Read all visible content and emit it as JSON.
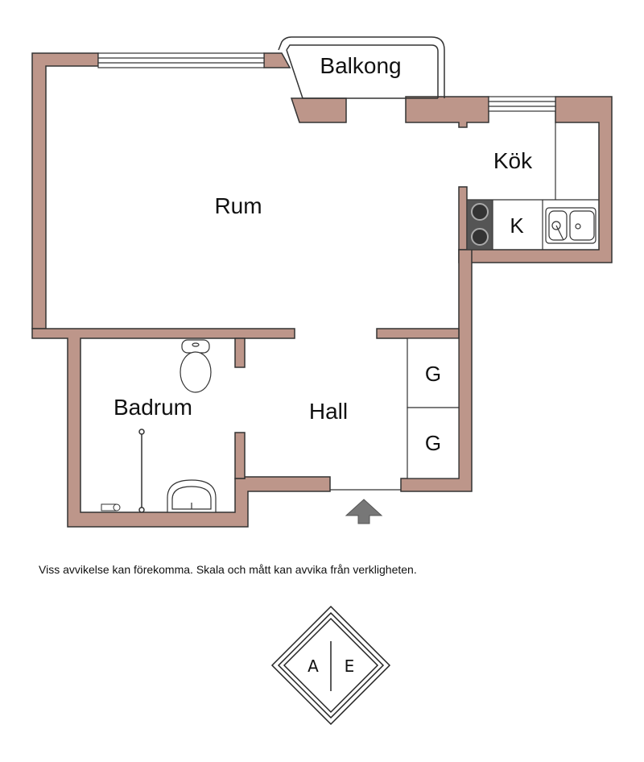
{
  "rooms": {
    "balcony": "Balkong",
    "kitchen": "Kök",
    "living_room": "Rum",
    "bathroom": "Badrum",
    "hall": "Hall"
  },
  "fixtures": {
    "stove_label": "K",
    "wardrobe_1": "G",
    "wardrobe_2": "G"
  },
  "disclaimer": "Viss avvikelse kan förekomma. Skala och mått kan avvika från verkligheten.",
  "logo": {
    "left_letter": "A",
    "right_letter": "E"
  },
  "colors": {
    "wall": "#bd968a",
    "wall_outline": "#333333",
    "entrance_arrow": "#777777",
    "stove": "#555555"
  }
}
